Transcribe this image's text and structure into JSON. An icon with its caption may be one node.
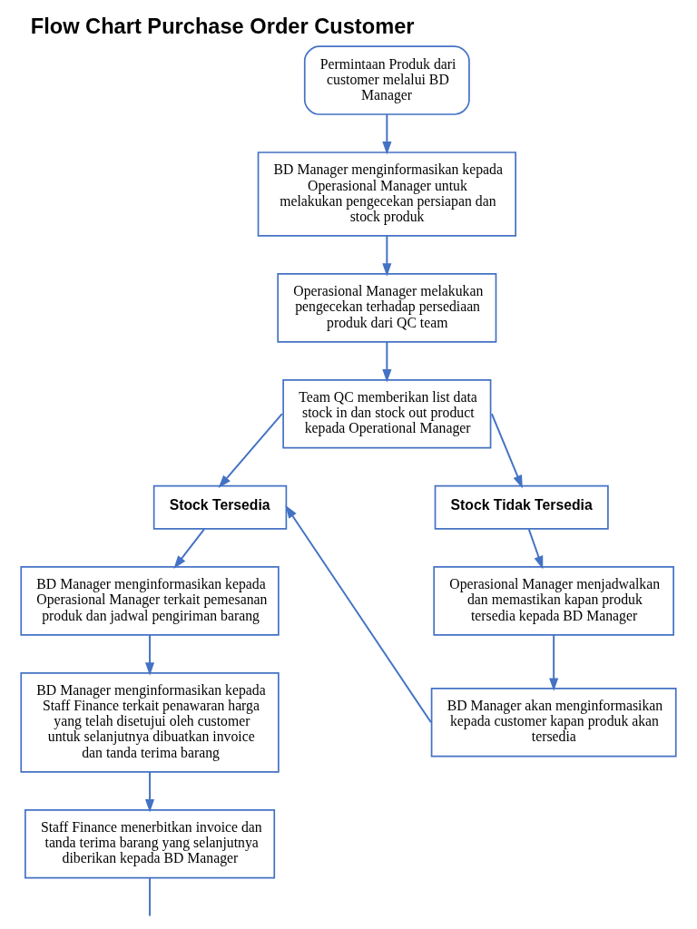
{
  "diagram": {
    "title": "Flow Chart Purchase Order Customer",
    "nodes": [
      {
        "text": [
          "Permintaan Produk dari customer melalui BD Manager"
        ]
      },
      {
        "text": [
          "BD Manager menginformasikan kepada Operasional Manager untuk melakukan pengecekan persiapan dan stock produk"
        ]
      },
      {
        "text": [
          "Operasional Manager melakukan pengecekan terhadap persediaan produk dari QC team"
        ]
      },
      {
        "text": [
          "Team QC memberikan list data stock in dan stock out product kepada Operational Manager"
        ]
      },
      {
        "text": [
          "Stock Tersedia"
        ]
      },
      {
        "text": [
          "Stock Tidak Tersedia"
        ]
      },
      {
        "text": [
          "BD Manager menginformasikan kepada Operasional Manager terkait pemesanan produk dan jadwal pengiriman barang"
        ]
      },
      {
        "text": [
          "Operasional Manager menjadwalkan dan memastikan kapan produk tersedia kepada BD Manager"
        ]
      },
      {
        "text": [
          "BD Manager menginformasikan kepada Staff Finance terkait penawaran harga yang telah disetujui oleh customer untuk selanjutnya dibuatkan invoice dan tanda terima barang"
        ]
      },
      {
        "text": [
          "BD Manager akan menginformasikan kepada customer kapan produk akan tersedia"
        ]
      },
      {
        "text": [
          "Staff Finance menerbitkan invoice dan tanda terima barang yang selanjutnya diberikan kepada BD Manager"
        ]
      }
    ],
    "edges": [
      {
        "from": 0,
        "to": 1,
        "arrow": "to"
      },
      {
        "from": 1,
        "to": 2,
        "arrow": "to"
      },
      {
        "from": 2,
        "to": 3,
        "arrow": "to"
      },
      {
        "from": 3,
        "to": 4,
        "arrow": "to"
      },
      {
        "from": 3,
        "to": 5,
        "arrow": "to"
      },
      {
        "from": 4,
        "to": 6,
        "arrow": "to"
      },
      {
        "from": 6,
        "to": 8,
        "arrow": "to"
      },
      {
        "from": 8,
        "to": 10,
        "arrow": "to"
      },
      {
        "from": 10,
        "to": null,
        "arrow": "none"
      },
      {
        "from": 5,
        "to": 7,
        "arrow": "to"
      },
      {
        "from": 7,
        "to": 9,
        "arrow": "to"
      },
      {
        "from": 9,
        "to": 4,
        "arrow": "to"
      }
    ]
  }
}
